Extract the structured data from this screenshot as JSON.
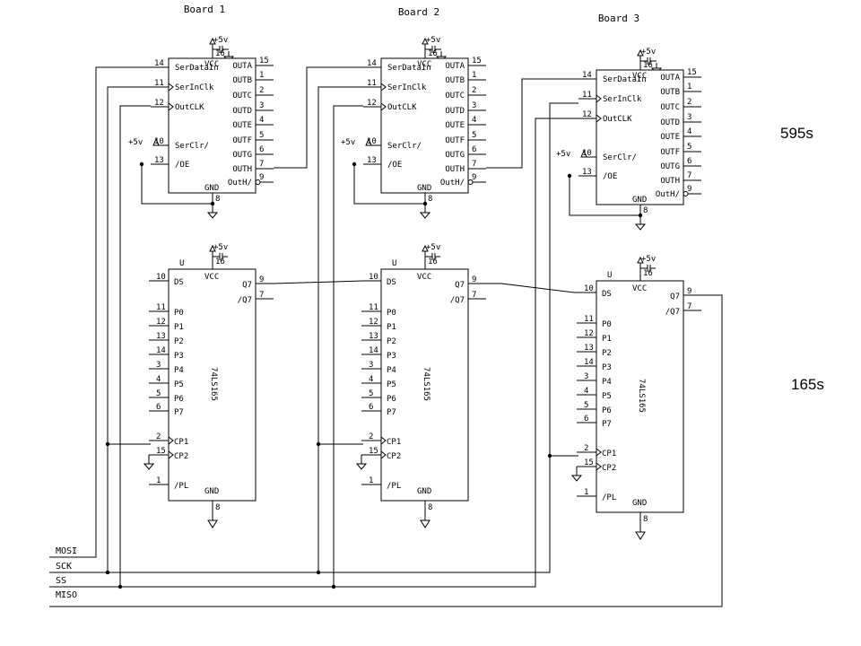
{
  "boards": [
    "Board 1",
    "Board 2",
    "Board 3"
  ],
  "side_labels": {
    "top": "595s",
    "bottom": "165s"
  },
  "bus_signals": [
    "MOSI",
    "SCK",
    "SS",
    "MISO"
  ],
  "ic595": {
    "vcc": "VCC",
    "gnd": "GND",
    "vcc_pin": "16",
    "gnd_pin": "8",
    "supply": "+5v",
    "left_pins": [
      {
        "num": "14",
        "label": "SerDataIn"
      },
      {
        "num": "11",
        "label": "SerInClk"
      },
      {
        "num": "12",
        "label": "OutCLK"
      },
      {
        "num": "10",
        "label": "SerClr/"
      },
      {
        "num": "13",
        "label": "/OE"
      }
    ],
    "right_pins": [
      {
        "num": "15",
        "label": "OUTA"
      },
      {
        "num": "1",
        "label": "OUTB"
      },
      {
        "num": "2",
        "label": "OUTC"
      },
      {
        "num": "3",
        "label": "OUTD"
      },
      {
        "num": "4",
        "label": "OUTE"
      },
      {
        "num": "5",
        "label": "OUTF"
      },
      {
        "num": "6",
        "label": "OUTG"
      },
      {
        "num": "7",
        "label": "OUTH"
      },
      {
        "num": "9",
        "label": "OutH/"
      }
    ]
  },
  "ic165": {
    "u": "U",
    "part": "74LS165",
    "vcc": "VCC",
    "gnd": "GND",
    "vcc_pin": "16",
    "gnd_pin": "8",
    "supply": "+5v",
    "left_pins": [
      {
        "num": "10",
        "label": "DS"
      },
      {
        "num": "11",
        "label": "P0"
      },
      {
        "num": "12",
        "label": "P1"
      },
      {
        "num": "13",
        "label": "P2"
      },
      {
        "num": "14",
        "label": "P3"
      },
      {
        "num": "3",
        "label": "P4"
      },
      {
        "num": "4",
        "label": "P5"
      },
      {
        "num": "5",
        "label": "P6"
      },
      {
        "num": "6",
        "label": "P7"
      },
      {
        "num": "2",
        "label": "CP1"
      },
      {
        "num": "15",
        "label": "CP2"
      },
      {
        "num": "1",
        "label": "/PL"
      }
    ],
    "right_pins": [
      {
        "num": "9",
        "label": "Q7"
      },
      {
        "num": "7",
        "label": "/Q7"
      }
    ]
  }
}
